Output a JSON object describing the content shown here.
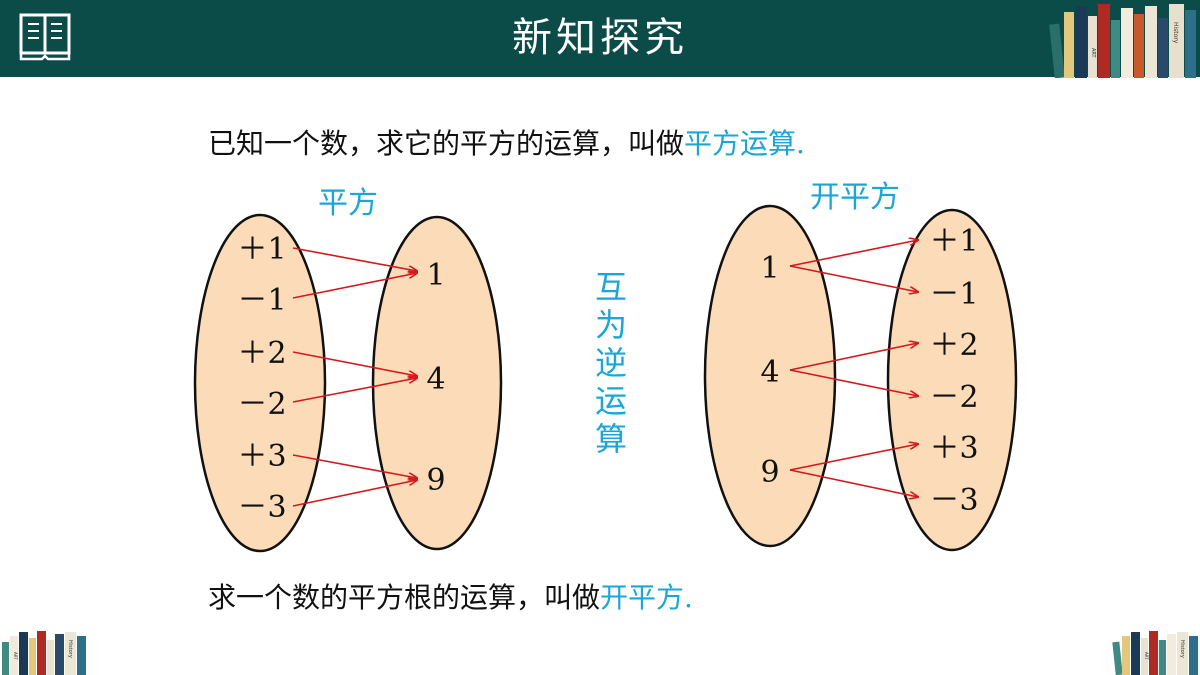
{
  "header": {
    "title": "新知探究",
    "colors": {
      "bar": "#0b4c49",
      "accent": "#1aa6d6",
      "ellipse_fill": "#fcdcb8",
      "arrow": "#d2191f"
    },
    "icon": "open-book-icon",
    "decor_spine_texts": [
      "ART",
      "History"
    ]
  },
  "statement1": {
    "prefix": "已知一个数，求它的平方的运算，叫做",
    "highlight": "平方运算."
  },
  "statement2": {
    "prefix": "求一个数的平方根的运算，叫做",
    "highlight": "开平方."
  },
  "left_diagram": {
    "label": "平方",
    "domain": [
      "＋1",
      "－1",
      "＋2",
      "－2",
      "＋3",
      "－3"
    ],
    "range": [
      "1",
      "4",
      "9"
    ]
  },
  "right_diagram": {
    "label": "开平方",
    "domain": [
      "1",
      "4",
      "9"
    ],
    "range": [
      "＋1",
      "－1",
      "＋2",
      "－2",
      "＋3",
      "－3"
    ]
  },
  "middle_text": "互为逆运算"
}
